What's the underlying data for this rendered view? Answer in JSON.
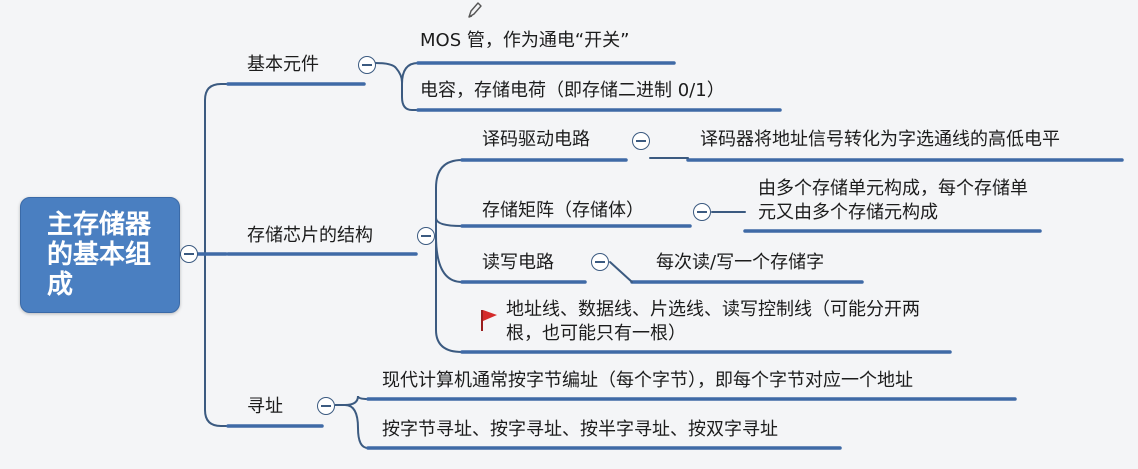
{
  "root": {
    "label": "主存储器的基本组成"
  },
  "branches": [
    {
      "label": "基本元件",
      "children": [
        {
          "label": "MOS 管，作为通电“开关”"
        },
        {
          "label": "电容，存储电荷（即存储二进制 0/1）"
        }
      ]
    },
    {
      "label": "存储芯片的结构",
      "children": [
        {
          "label": "译码驱动电路",
          "detail": "译码器将地址信号转化为字选通线的高低电平"
        },
        {
          "label": "存储矩阵（存储体）",
          "detail": "由多个存储单元构成，每个存储单元又由多个存储元构成"
        },
        {
          "label": "读写电路",
          "detail": "每次读/写一个存储字"
        },
        {
          "label": "地址线、数据线、片选线、读写控制线（可能分开两根，也可能只有一根）"
        }
      ]
    },
    {
      "label": "寻址",
      "children": [
        {
          "label": "现代计算机通常按字节编址（每个字节），即每个字节对应一个地址"
        },
        {
          "label": "按字节寻址、按字寻址、按半字寻址、按双字寻址"
        }
      ]
    }
  ],
  "icons": {
    "edit": "pencil-icon",
    "flag": "flag-icon",
    "collapse": "collapse-toggle-icon"
  },
  "colors": {
    "background": "#f4f5f7",
    "root_fill": "#4a7fc1",
    "connector": "#3b5a80",
    "underline": "#3f6aa6",
    "text": "#1c1c1c",
    "flag": "#d42a2a"
  }
}
